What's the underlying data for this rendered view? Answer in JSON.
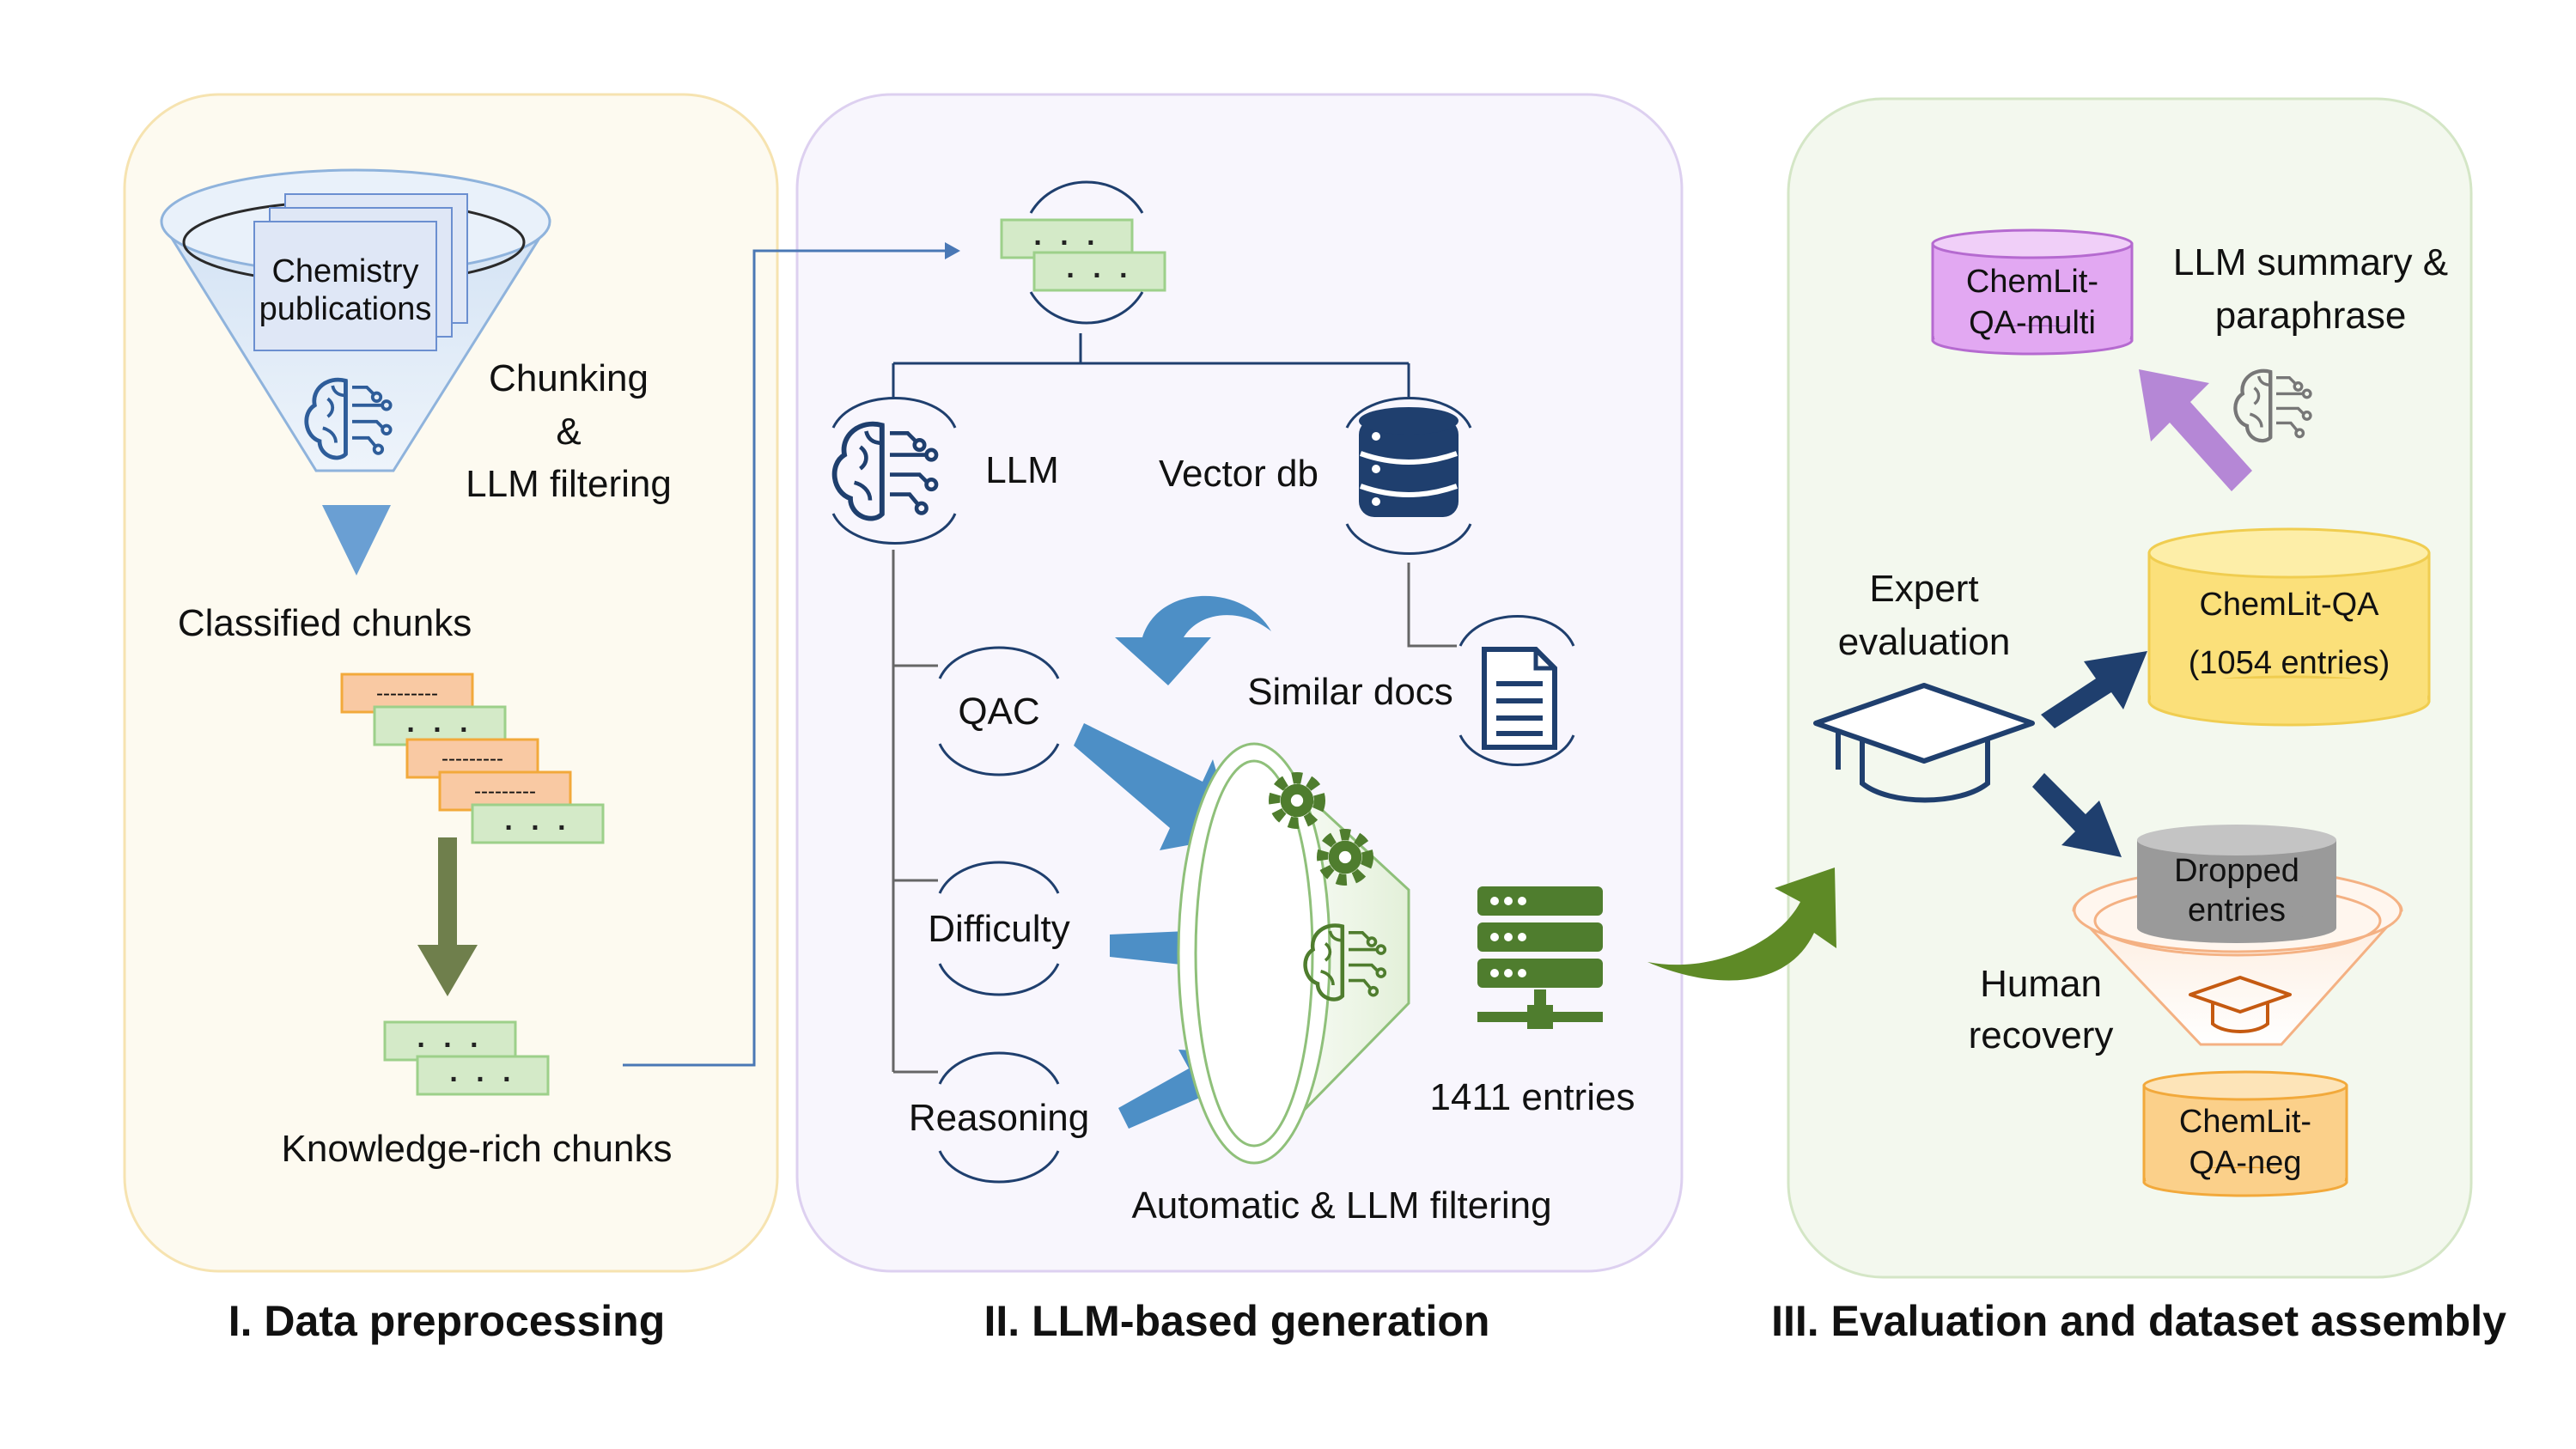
{
  "section1": {
    "title": "I. Data preprocessing",
    "funnel_text_line1": "Chemistry",
    "funnel_text_line2": "publications",
    "step_line1": "Chunking",
    "step_line2": "&",
    "step_line3": "LLM filtering",
    "classified": "Classified chunks",
    "knowledge": "Knowledge-rich chunks",
    "dash_text": "---------",
    "dots_text": ". . ."
  },
  "section2": {
    "title": "II. LLM-based generation",
    "llm": "LLM",
    "vector_db": "Vector db",
    "qac": "QAC",
    "difficulty": "Difficulty",
    "reasoning": "Reasoning",
    "similar_docs": "Similar docs",
    "entries": "1411 entries",
    "filtering": "Automatic & LLM filtering",
    "dots_text": ". . ."
  },
  "section3": {
    "title": "III. Evaluation and dataset assembly",
    "expert_line1": "Expert",
    "expert_line2": "evaluation",
    "multi_line1": "ChemLit-",
    "multi_line2": "QA-multi",
    "summary_line1": "LLM summary &",
    "summary_line2": "paraphrase",
    "qa_line1": "ChemLit-QA",
    "qa_line2": "(1054 entries)",
    "dropped_line1": "Dropped",
    "dropped_line2": "entries",
    "human_line1": "Human",
    "human_line2": "recovery",
    "neg_line1": "ChemLit-",
    "neg_line2": "QA-neg"
  },
  "colors": {
    "panel1_fill": "#fdfaf0",
    "panel1_border": "#f6e3b0",
    "panel2_fill": "#f8f6fd",
    "panel2_border": "#ddd0f0",
    "panel3_fill": "#f3f8ee",
    "panel3_border": "#d4e6c6",
    "chunk_green": "#d4eac8",
    "chunk_green_border": "#9dd08a",
    "chunk_orange": "#f9c9a3",
    "chunk_orange_border": "#f2a93b",
    "navy": "#1f3f6e",
    "blue_arrow": "#4d8fc6",
    "olive_arrow": "#5e7d33",
    "server_green": "#4f7d2e",
    "yellow_db": "#fbe07a",
    "purple_db": "#e2a8f2",
    "orange_db": "#fbd08a",
    "gray_db": "#9a9a9a"
  }
}
